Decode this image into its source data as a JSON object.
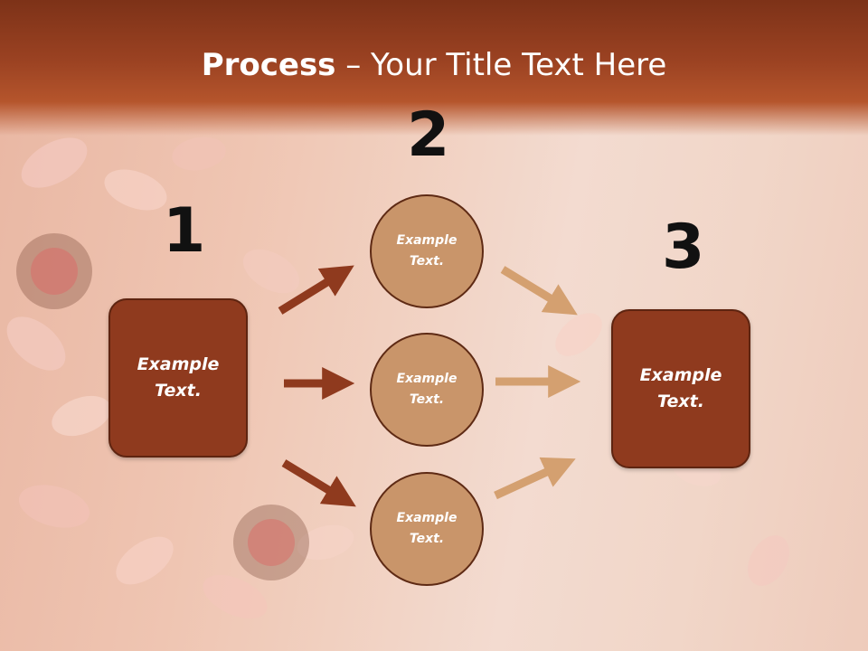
{
  "title": {
    "bold": "Process",
    "rest": " – Your Title Text Here"
  },
  "steps": [
    {
      "number": "1",
      "label_line1": "Example",
      "label_line2": "Text."
    },
    {
      "number": "2"
    },
    {
      "number": "3",
      "label_line1": "Example",
      "label_line2": "Text."
    }
  ],
  "circles": [
    {
      "line1": "Example",
      "line2": "Text."
    },
    {
      "line1": "Example",
      "line2": "Text."
    },
    {
      "line1": "Example",
      "line2": "Text."
    }
  ],
  "colors": {
    "header": "#9b4222",
    "box_fill": "#8f3a1e",
    "circle_fill": "#c9956a",
    "left_arrows": "#8f3a1e",
    "right_arrows": "#d4a070"
  }
}
